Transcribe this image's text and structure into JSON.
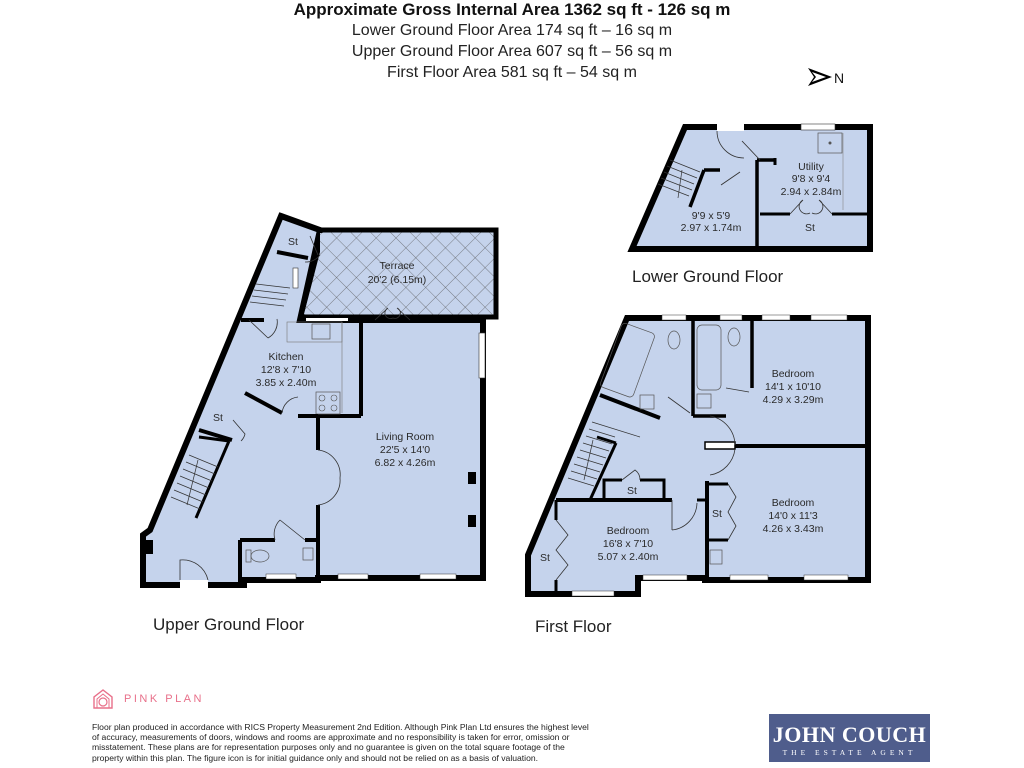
{
  "header": {
    "title": "Approximate Gross Internal Area 1362 sq ft - 126 sq m",
    "lines": [
      "Lower Ground Floor Area 174 sq ft – 16 sq m",
      "Upper Ground Floor Area 607 sq ft – 56 sq m",
      "First Floor Area 581 sq ft – 54 sq m"
    ]
  },
  "compass": {
    "icon": "north-arrow-icon",
    "label": "N"
  },
  "floors": {
    "lower_ground": {
      "label": "Lower Ground Floor",
      "rooms": {
        "hall": {
          "name": "",
          "imperial": "9'9 x 5'9",
          "metric": "2.97 x 1.74m"
        },
        "utility": {
          "name": "Utility",
          "imperial": "9'8 x 9'4",
          "metric": "2.94 x 2.84m"
        },
        "store": {
          "name": "St"
        }
      }
    },
    "upper_ground": {
      "label": "Upper Ground Floor",
      "rooms": {
        "store_top": {
          "name": "St"
        },
        "terrace": {
          "name": "Terrace",
          "imperial": "20'2 (6.15m)"
        },
        "kitchen": {
          "name": "Kitchen",
          "imperial": "12'8 x 7'10",
          "metric": "3.85 x 2.40m"
        },
        "store_hall": {
          "name": "St"
        },
        "living": {
          "name": "Living Room",
          "imperial": "22'5 x 14'0",
          "metric": "6.82 x 4.26m"
        }
      }
    },
    "first": {
      "label": "First Floor",
      "rooms": {
        "bedroom1": {
          "name": "Bedroom",
          "imperial": "14'1 x 10'10",
          "metric": "4.29 x 3.29m"
        },
        "bedroom2": {
          "name": "Bedroom",
          "imperial": "14'0 x 11'3",
          "metric": "4.26 x 3.43m"
        },
        "bedroom3": {
          "name": "Bedroom",
          "imperial": "16'8 x 7'10",
          "metric": "5.07 x 2.40m"
        },
        "store_landing": {
          "name": "St"
        },
        "store_bed2": {
          "name": "St"
        },
        "store_bed3": {
          "name": "St"
        }
      }
    }
  },
  "footer": {
    "pinkplan": {
      "label": "PINK PLAN",
      "icon": "pink-plan-house-logo-icon",
      "color": "#e8708a"
    },
    "disclaimer": "Floor plan produced in accordance with RICS Property Measurement 2nd Edition. Although Pink Plan Ltd ensures the highest level of accuracy, measurements of doors, windows and rooms are approximate and no responsibility is taken for error, omission or misstatement. These plans are for representation purposes only and no guarantee is given on the total square footage of the property within this plan. The figure icon is for initial guidance only and should not be relied on as a basis of valuation.",
    "agent": {
      "name": "JOHN COUCH",
      "tagline": "THE ESTATE AGENT",
      "color": "#4f5d8c"
    }
  },
  "colors": {
    "room_fill": "#c5d3ec",
    "wall": "#000000",
    "window": "#ffffff"
  }
}
